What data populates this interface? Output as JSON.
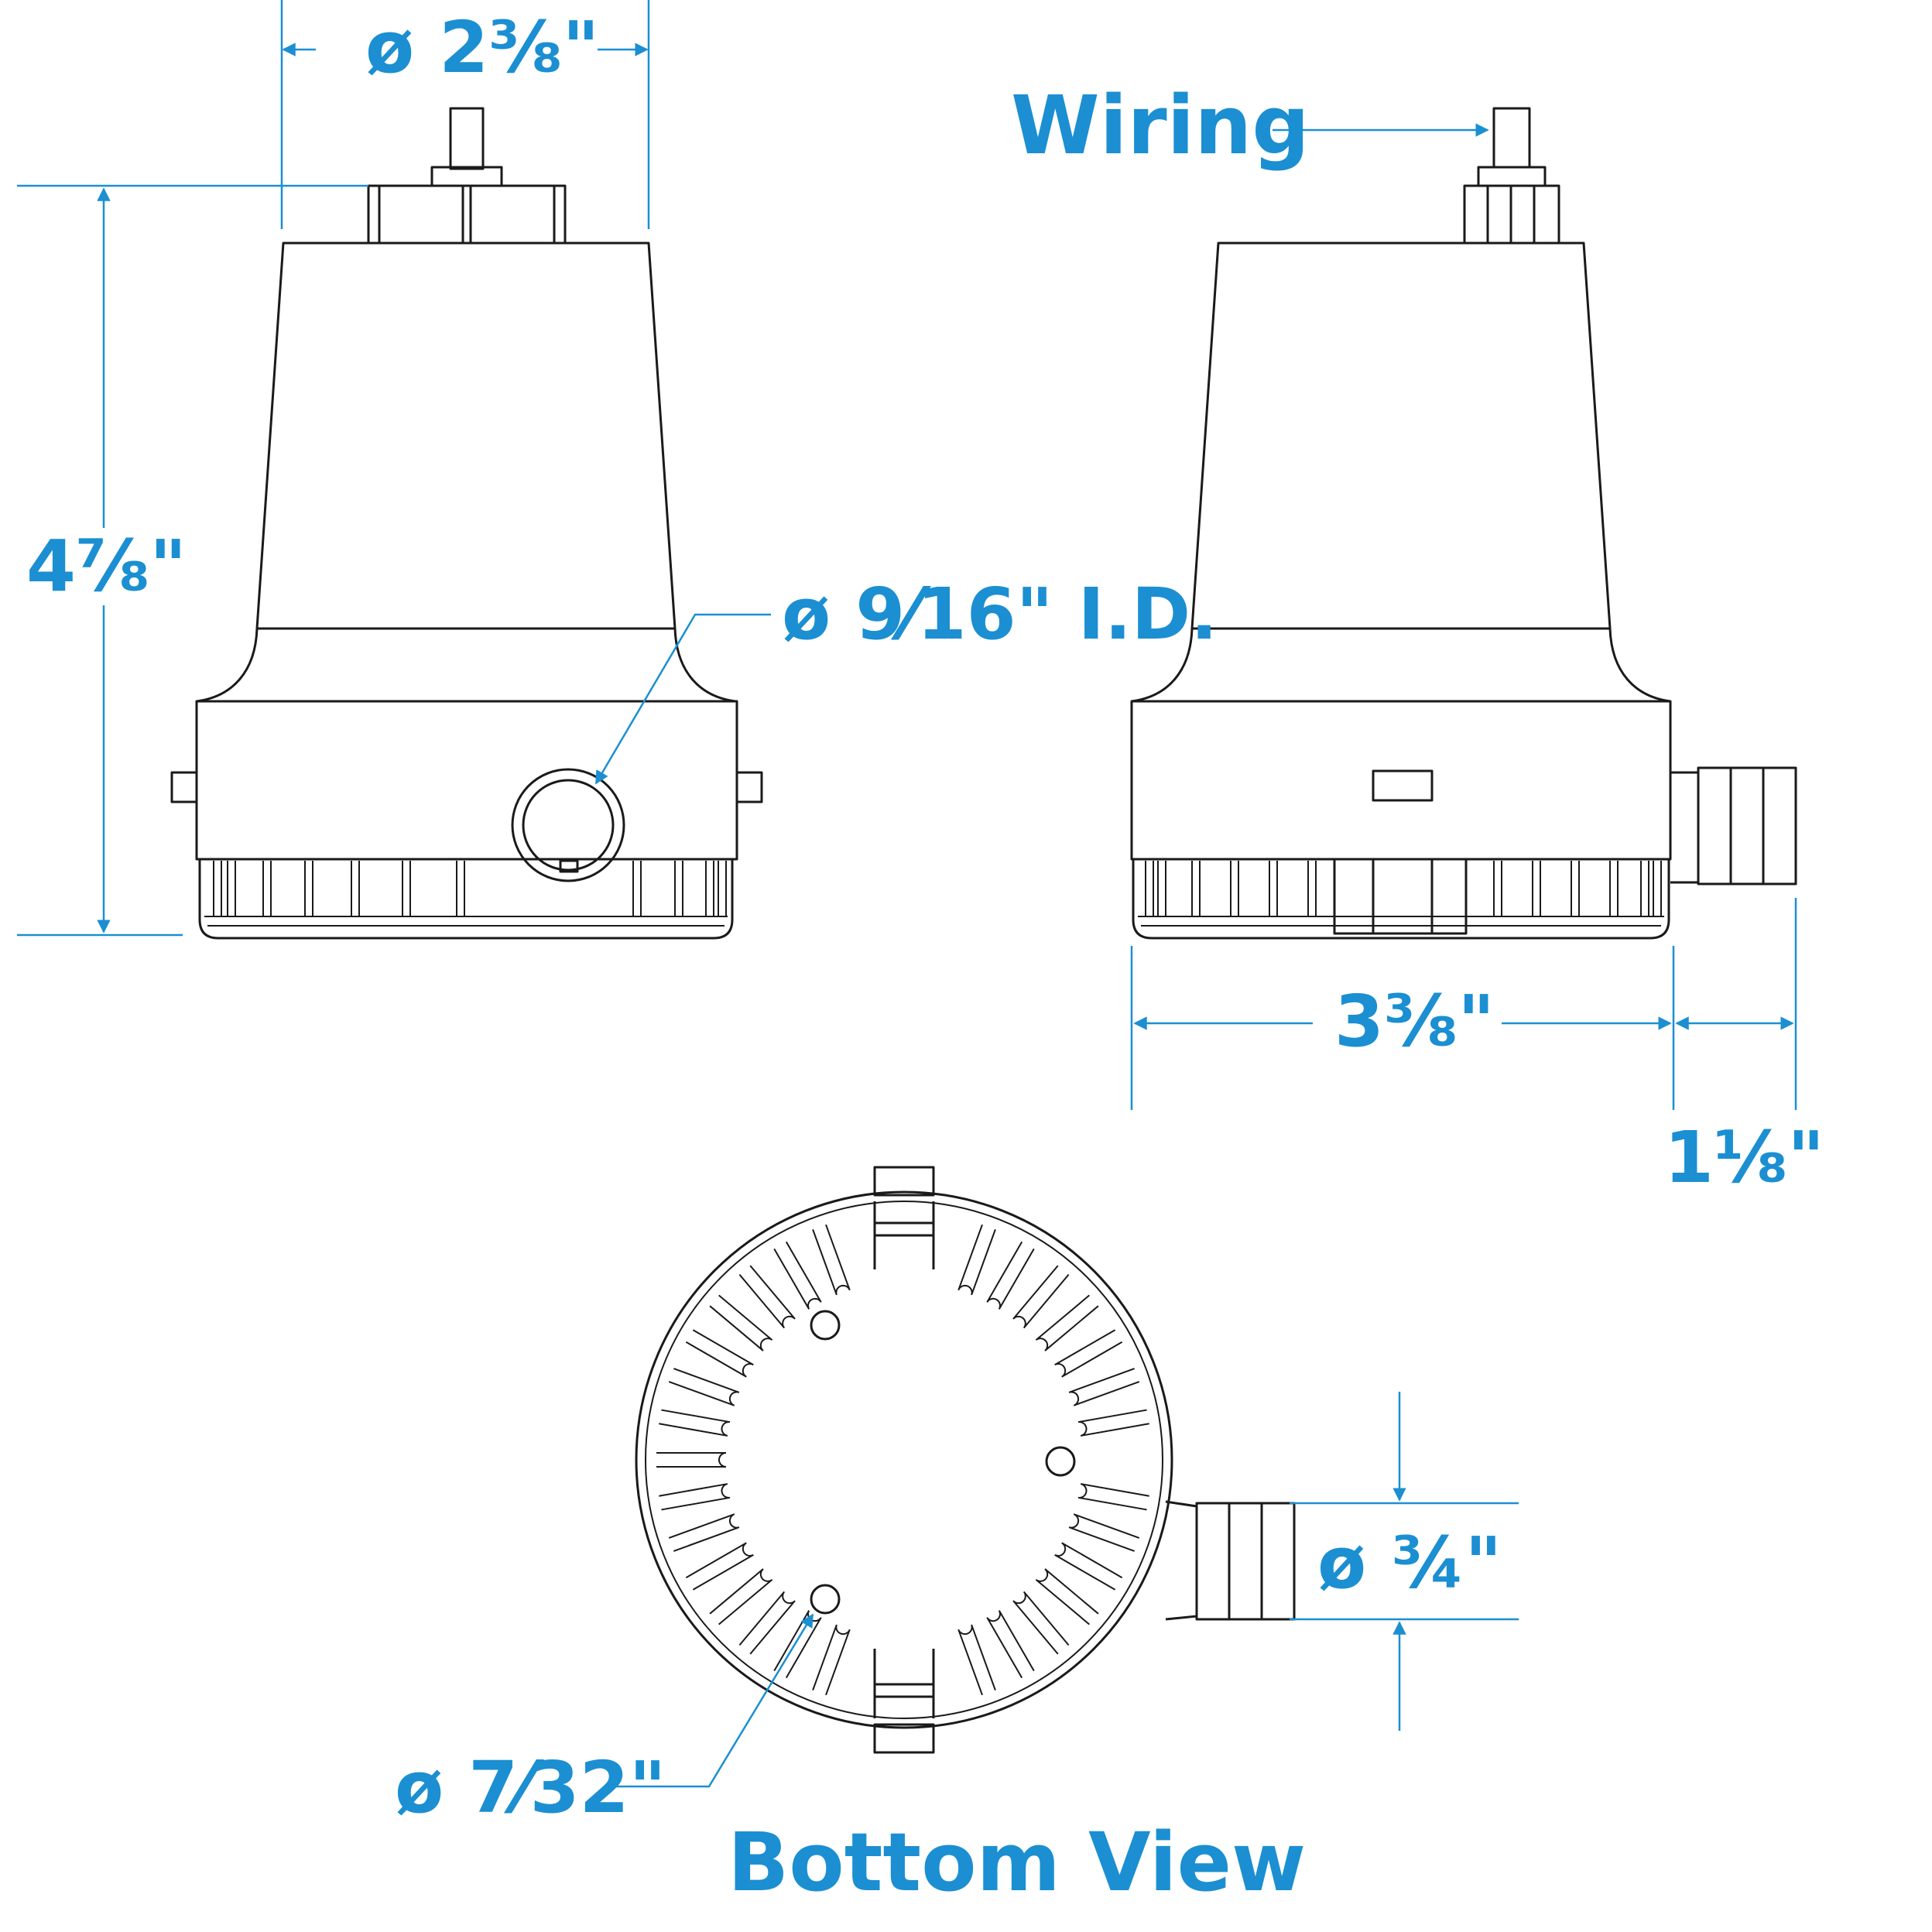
{
  "labels": {
    "top_diameter": "ø 2⅜\"",
    "wiring": "Wiring",
    "height": "4⅞\"",
    "outlet_id": "ø 9⁄16\" I.D.",
    "body_width": "3⅜\"",
    "outlet_length": "1⅛\"",
    "outlet_diameter": "ø ¾\"",
    "hole_diameter": "ø 7⁄32\"",
    "bottom_view": "Bottom View"
  },
  "colors": {
    "dimension": "#1b8fd2",
    "line": "#1a1a1a",
    "background": "#ffffff"
  }
}
